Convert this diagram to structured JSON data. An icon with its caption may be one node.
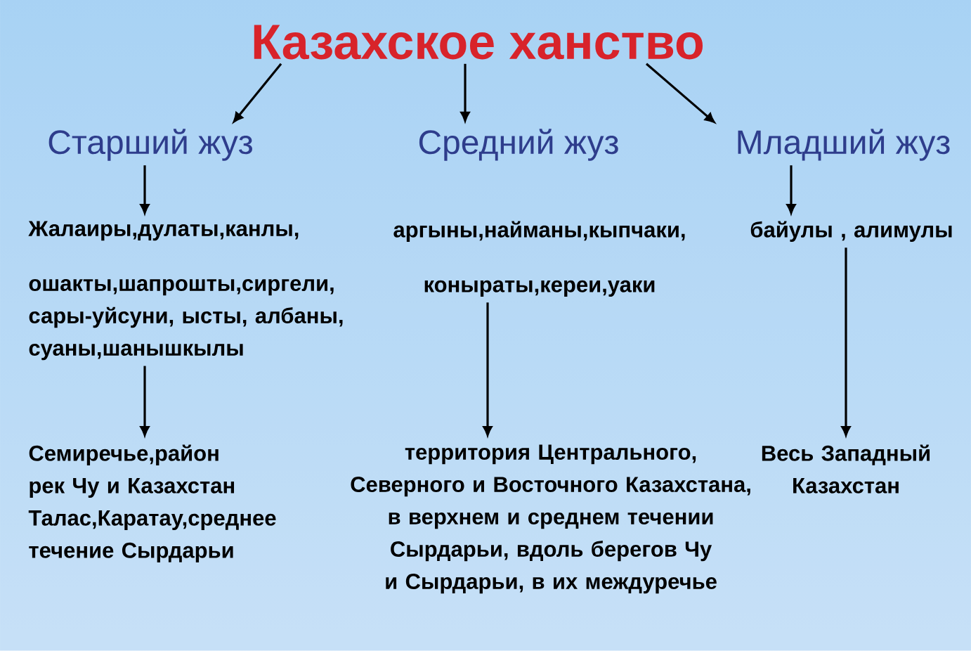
{
  "diagram": {
    "nodes": [
      {
        "text": [
          "Казахское ханство"
        ]
      },
      {
        "text": [
          "Старший жуз"
        ]
      },
      {
        "text": [
          "Средний жуз"
        ]
      },
      {
        "text": [
          "Младший жуз"
        ]
      },
      {
        "text": [
          "Жалаиры,дулаты,канлы,",
          "ошакты,шапрошты,сиргели, сары-уйсуни, ысты, албаны, суаны,шанышкылы"
        ]
      },
      {
        "text": [
          "аргыны,найманы,кыпчаки,",
          "коныраты,кереи,уаки"
        ]
      },
      {
        "text": [
          "байулы , алимулы"
        ]
      },
      {
        "text": [
          "Семиречье,район рек Чу и Казахстан Талас,Каратау,среднее течение Сырдарьи"
        ]
      },
      {
        "text": [
          "территория Центрального, Северного и Восточного Казахстана, в верхнем и среднем течении Сырдарьи, вдоль берегов Чу и Сырдарьи, в их междуречье"
        ]
      },
      {
        "text": [
          "Весь Западный Казахстан"
        ]
      }
    ],
    "edges": [
      {
        "from": 0,
        "to": 1,
        "arrow": "to"
      },
      {
        "from": 0,
        "to": 2,
        "arrow": "to"
      },
      {
        "from": 0,
        "to": 3,
        "arrow": "to"
      },
      {
        "from": 1,
        "to": 4,
        "arrow": "to"
      },
      {
        "from": 4,
        "to": 7,
        "arrow": "to"
      },
      {
        "from": 5,
        "to": 8,
        "arrow": "to"
      },
      {
        "from": 3,
        "to": 6,
        "arrow": "to"
      },
      {
        "from": 6,
        "to": 9,
        "arrow": "to"
      }
    ]
  }
}
